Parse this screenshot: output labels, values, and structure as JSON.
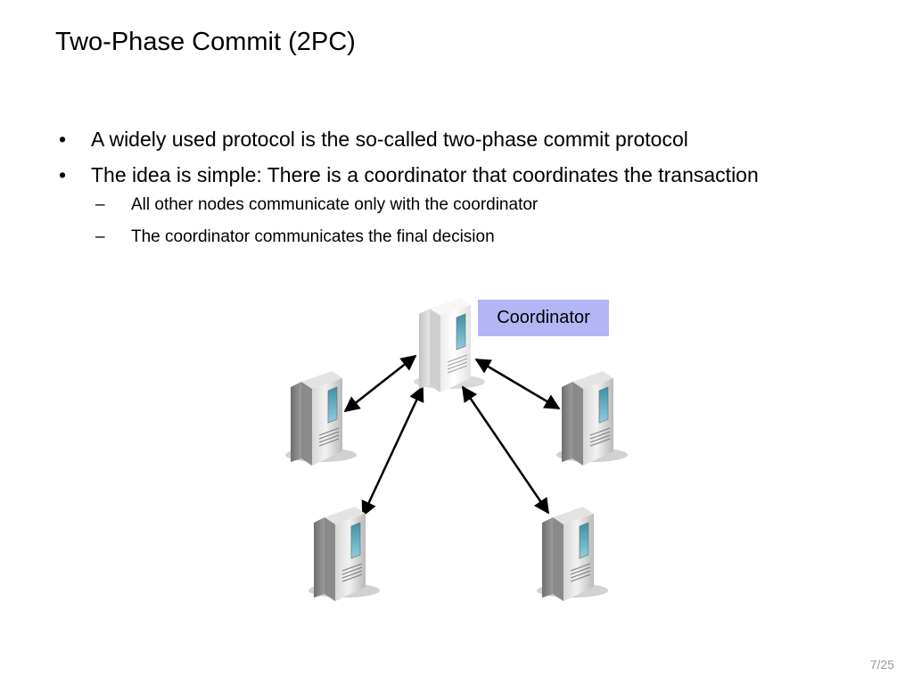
{
  "slide": {
    "title": "Two-Phase Commit (2PC)",
    "bullets": [
      {
        "marker": "•",
        "text": "A widely used protocol is the so-called two-phase commit protocol"
      },
      {
        "marker": "•",
        "text": "The idea is simple: There is a coordinator that coordinates the transaction",
        "subbullets": [
          {
            "marker": "–",
            "text": "All other nodes communicate only with the coordinator"
          },
          {
            "marker": "–",
            "text": "The coordinator communicates the final decision"
          }
        ]
      }
    ],
    "page_number": "7/25"
  },
  "diagram": {
    "coordinator_label": "Coordinator",
    "label_color": "#b3b5f5",
    "nodes": [
      {
        "role": "coordinator",
        "icon": "server-icon",
        "highlight": true
      },
      {
        "role": "participant",
        "icon": "server-icon",
        "highlight": false
      },
      {
        "role": "participant",
        "icon": "server-icon",
        "highlight": false
      },
      {
        "role": "participant",
        "icon": "server-icon",
        "highlight": false
      },
      {
        "role": "participant",
        "icon": "server-icon",
        "highlight": false
      }
    ],
    "links": [
      {
        "from": 0,
        "to": 1,
        "bidirectional": true
      },
      {
        "from": 0,
        "to": 2,
        "bidirectional": true
      },
      {
        "from": 0,
        "to": 3,
        "bidirectional": true
      },
      {
        "from": 0,
        "to": 4,
        "bidirectional": true
      }
    ]
  }
}
